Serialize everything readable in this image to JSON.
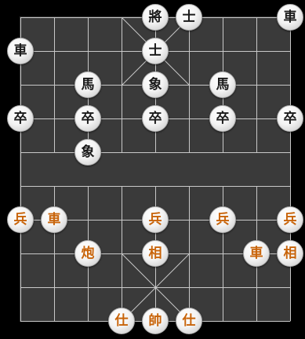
{
  "colors": {
    "background": "#000000",
    "board": "#3a3a3a",
    "grid_line": "#c8c8c8",
    "black_piece_text": "#1a1a1a",
    "red_piece_text": "#c8640a"
  },
  "board": {
    "files": 9,
    "ranks": 10
  },
  "pieces": [
    {
      "id": "black-general",
      "side": "black",
      "label": "將",
      "file": 4,
      "rank": 0
    },
    {
      "id": "black-advisor-1",
      "side": "black",
      "label": "士",
      "file": 5,
      "rank": 0
    },
    {
      "id": "black-chariot-1",
      "side": "black",
      "label": "車",
      "file": 8,
      "rank": 0
    },
    {
      "id": "black-chariot-2",
      "side": "black",
      "label": "車",
      "file": 0,
      "rank": 1
    },
    {
      "id": "black-advisor-2",
      "side": "black",
      "label": "士",
      "file": 4,
      "rank": 1
    },
    {
      "id": "black-horse-1",
      "side": "black",
      "label": "馬",
      "file": 2,
      "rank": 2
    },
    {
      "id": "black-elephant-1",
      "side": "black",
      "label": "象",
      "file": 4,
      "rank": 2
    },
    {
      "id": "black-horse-2",
      "side": "black",
      "label": "馬",
      "file": 6,
      "rank": 2
    },
    {
      "id": "black-soldier-1",
      "side": "black",
      "label": "卒",
      "file": 0,
      "rank": 3
    },
    {
      "id": "black-soldier-2",
      "side": "black",
      "label": "卒",
      "file": 2,
      "rank": 3
    },
    {
      "id": "black-soldier-3",
      "side": "black",
      "label": "卒",
      "file": 4,
      "rank": 3
    },
    {
      "id": "black-soldier-4",
      "side": "black",
      "label": "卒",
      "file": 6,
      "rank": 3
    },
    {
      "id": "black-soldier-5",
      "side": "black",
      "label": "卒",
      "file": 8,
      "rank": 3
    },
    {
      "id": "black-elephant-2",
      "side": "black",
      "label": "象",
      "file": 2,
      "rank": 4
    },
    {
      "id": "red-soldier-1",
      "side": "red",
      "label": "兵",
      "file": 0,
      "rank": 6
    },
    {
      "id": "red-chariot-1",
      "side": "red",
      "label": "車",
      "file": 1,
      "rank": 6
    },
    {
      "id": "red-soldier-2",
      "side": "red",
      "label": "兵",
      "file": 4,
      "rank": 6
    },
    {
      "id": "red-soldier-3",
      "side": "red",
      "label": "兵",
      "file": 6,
      "rank": 6
    },
    {
      "id": "red-soldier-4",
      "side": "red",
      "label": "兵",
      "file": 8,
      "rank": 6
    },
    {
      "id": "red-cannon",
      "side": "red",
      "label": "炮",
      "file": 2,
      "rank": 7
    },
    {
      "id": "red-elephant-1",
      "side": "red",
      "label": "相",
      "file": 4,
      "rank": 7
    },
    {
      "id": "red-chariot-2",
      "side": "red",
      "label": "車",
      "file": 7,
      "rank": 7
    },
    {
      "id": "red-elephant-2",
      "side": "red",
      "label": "相",
      "file": 8,
      "rank": 7
    },
    {
      "id": "red-advisor-1",
      "side": "red",
      "label": "仕",
      "file": 3,
      "rank": 9
    },
    {
      "id": "red-general",
      "side": "red",
      "label": "帥",
      "file": 4,
      "rank": 9
    },
    {
      "id": "red-advisor-2",
      "side": "red",
      "label": "仕",
      "file": 5,
      "rank": 9
    }
  ]
}
